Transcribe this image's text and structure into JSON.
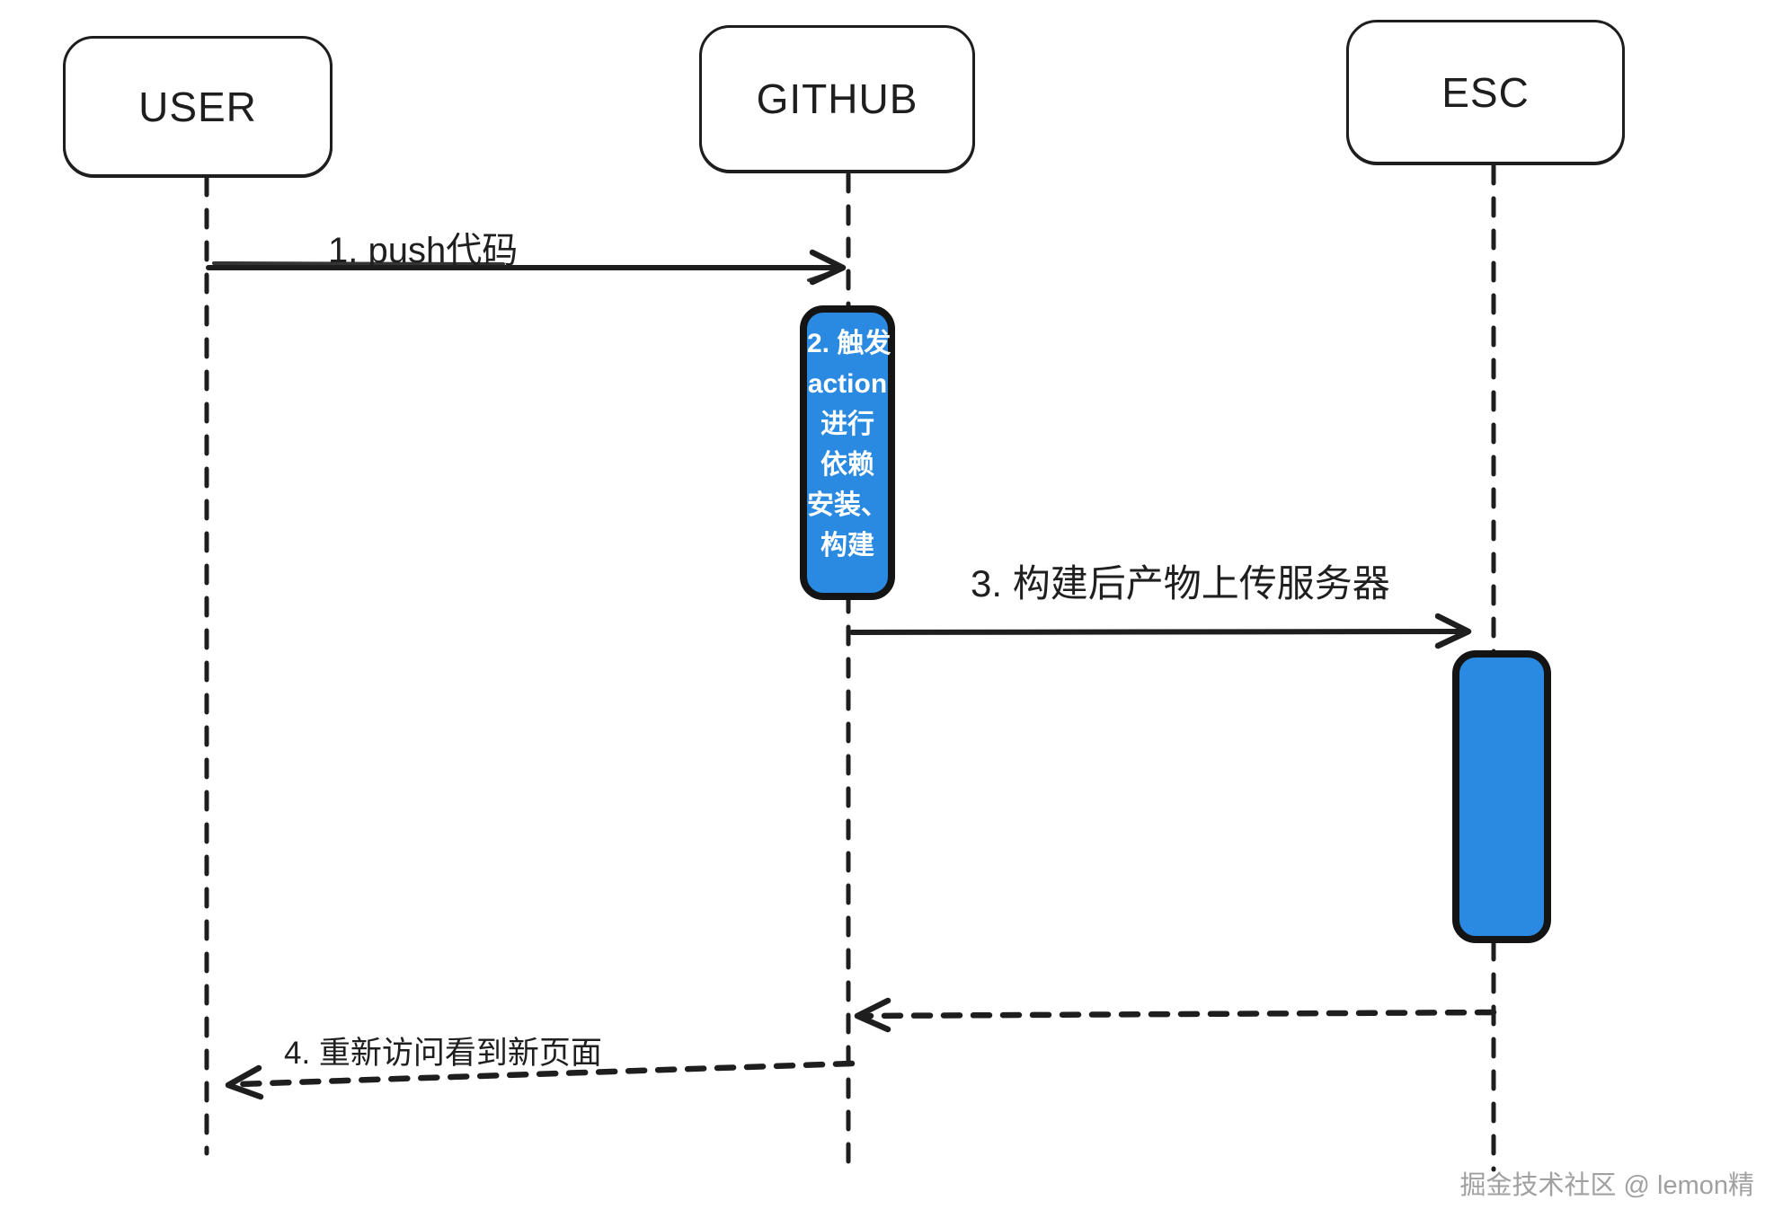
{
  "diagram": {
    "type": "sequence-diagram",
    "actors": [
      {
        "label": "USER"
      },
      {
        "label": "GITHUB"
      },
      {
        "label": "ESC"
      }
    ],
    "messages": {
      "m1": {
        "label": "1. push代码",
        "style": "solid-arrow"
      },
      "m2": {
        "style": "activation-note",
        "lines": [
          "2. 触发",
          "action",
          "进行",
          "依赖",
          "安装、",
          "构建"
        ]
      },
      "m3": {
        "label": "3. 构建后产物上传服务器",
        "style": "solid-arrow"
      },
      "m_return": {
        "label": "",
        "style": "dashed-arrow"
      },
      "m4": {
        "label": "4. 重新访问看到新页面",
        "style": "dashed-arrow"
      }
    },
    "watermark": {
      "label": "掘金技术社区 @ lemon精"
    },
    "colors": {
      "ink": "#1e1e1e",
      "accent": "#2a89e0",
      "background": "#ffffff",
      "label": "#1f1f1f",
      "watermark": "#a0a0a0"
    }
  }
}
